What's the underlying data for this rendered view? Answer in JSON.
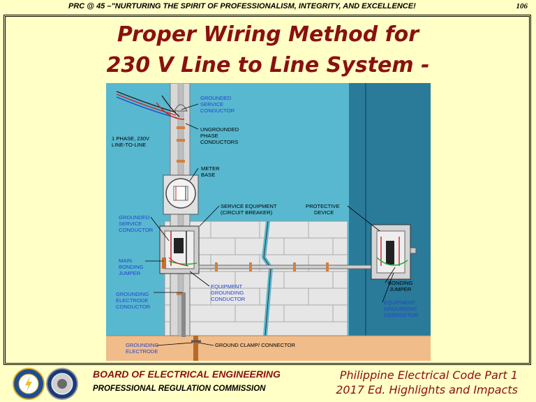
{
  "header": {
    "motto": "PRC @ 45 –\"NURTURING THE SPIRIT OF PROFESSIONALISM, INTEGRITY, AND EXCELLENCE!",
    "page_number": "106"
  },
  "title": {
    "line1": "Proper Wiring Method for",
    "line2": "230 V Line to Line System -"
  },
  "diagram": {
    "labels": {
      "grounded_service_conductor_top": [
        "GROUNDED",
        "SERVICE",
        "CONDUCTOR"
      ],
      "ungrounded_phase_conductors": [
        "UNGROUNDED",
        "PHASE",
        "CONDUCTORS"
      ],
      "one_phase": [
        "1 PHASE, 230V",
        "LINE-TO-LINE"
      ],
      "meter_base": [
        "METER",
        "BASE"
      ],
      "service_equipment": [
        "SERVICE EQUIPMENT",
        "(CIRCUIT BREAKER)"
      ],
      "protective_device": [
        "PROTECTIVE",
        "DEVICE"
      ],
      "grounded_service_conductor_left": [
        "GROUNDED",
        "SERVICE",
        "CONDUCTOR"
      ],
      "main_bonding_jumper": [
        "MAIN",
        "BONDING",
        "JUMPER"
      ],
      "equipment_grounding_conductor_mid": [
        "EQUIPMENT",
        "GROUNDING",
        "CONDUCTOR"
      ],
      "grounding_electrode_conductor": [
        "GROUNDING",
        "ELECTRODE",
        "CONDUCTOR"
      ],
      "bonding_jumper": [
        "BONDING",
        "JUMPER"
      ],
      "equipment_grounding_conductor_right": [
        "EQUIPMENT",
        "GROUNDING",
        "CONDUCTOR"
      ],
      "grounding_electrode": [
        "GROUNDING",
        "ELECTRODE"
      ],
      "ground_clamp": "GROUND CLAMP/ CONNECTOR"
    },
    "colors": {
      "wall": "#58b8d0",
      "siding": "#2a7a9a",
      "block": "#e4e4e4",
      "ground": "#f0bc8a",
      "label_blue": "#2244cc",
      "wire_red": "#cc2222",
      "wire_green": "#22aa33"
    }
  },
  "footer": {
    "board": "BOARD OF ELECTRICAL ENGINEERING",
    "commission": "PROFESSIONAL  REGULATION COMMISSION",
    "code_title": "Philippine Electrical Code Part 1",
    "edition": "2017 Ed. Highlights and Impacts"
  }
}
